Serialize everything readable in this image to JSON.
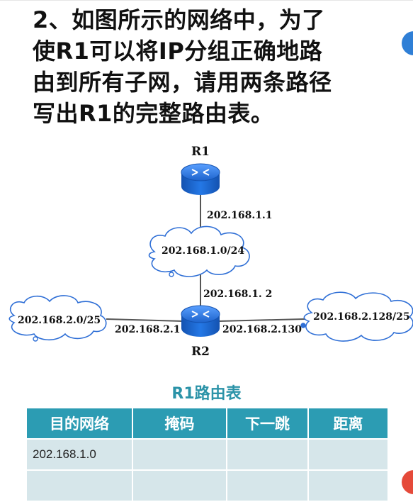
{
  "question": {
    "line1": "2、如图所示的网络中，为了",
    "line2": "使R1可以将IP分组正确地路",
    "line3": "由到所有子网，请用两条路径",
    "line4": "写出R1的完整路由表。"
  },
  "diagram": {
    "r1_label": "R1",
    "r2_label": "R2",
    "r1_interface": "202.168.1.1",
    "net_top": "202.168.1.0/24",
    "r2_interface_top": "202.168.1. 2",
    "net_left": "202.168.2.0/25",
    "r2_interface_left": "202.168.2.1",
    "r2_interface_right": "202.168.2.130",
    "net_right": "202.168.2.128/25"
  },
  "table": {
    "title": "R1路由表",
    "headers": [
      "目的网络",
      "掩码",
      "下一跳",
      "距离"
    ],
    "rows": [
      [
        "202.168.1.0",
        "",
        "",
        ""
      ],
      [
        "",
        "",
        "",
        ""
      ]
    ]
  },
  "colors": {
    "header_bg": "#2c9cb3",
    "cell_bg": "#d6e6ea",
    "title_color": "#2b93a8",
    "router_blue": "#1f6fd1"
  }
}
